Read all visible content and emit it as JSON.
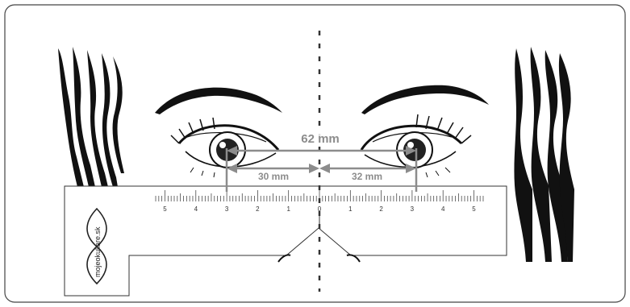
{
  "measurements": {
    "total_label": "62 mm",
    "left_label": "30 mm",
    "right_label": "32 mm",
    "total_mm": 62,
    "left_mm": 30,
    "right_mm": 32
  },
  "ruler": {
    "numbers": [
      "5",
      "4",
      "3",
      "2",
      "1",
      "0",
      "1",
      "2",
      "3",
      "4",
      "5"
    ],
    "range_cm": [
      -5,
      5
    ]
  },
  "logo": {
    "text": "mojeokuliare.sk"
  },
  "colors": {
    "border": "#444444",
    "measure": "#8c8c8c",
    "ink": "#111111",
    "ruler_outline": "#333333"
  }
}
